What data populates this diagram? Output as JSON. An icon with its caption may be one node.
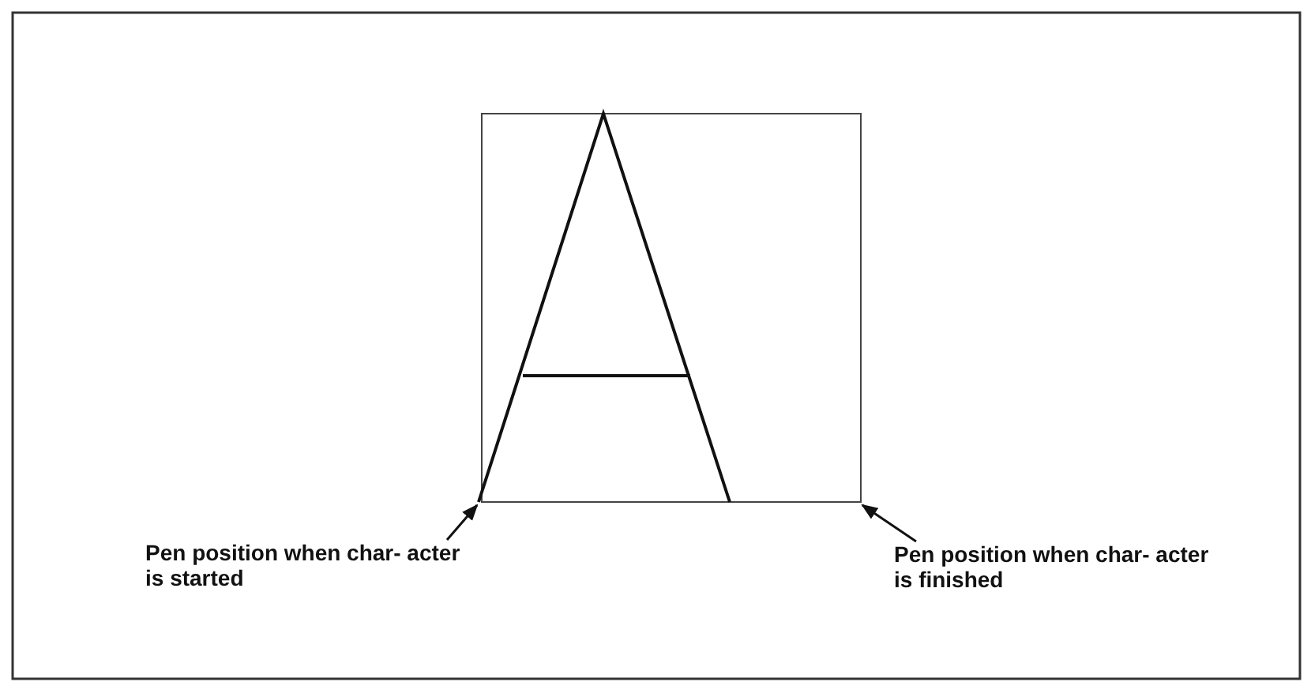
{
  "diagram": {
    "nodes": [
      {
        "text": [
          "Pen position when char- acter is started"
        ]
      },
      {
        "text": [
          "Pen position when char- acter is finished"
        ]
      }
    ],
    "edges": [
      {
        "from": 0,
        "to": null,
        "arrow": "to"
      },
      {
        "from": 1,
        "to": null,
        "arrow": "to"
      }
    ]
  }
}
